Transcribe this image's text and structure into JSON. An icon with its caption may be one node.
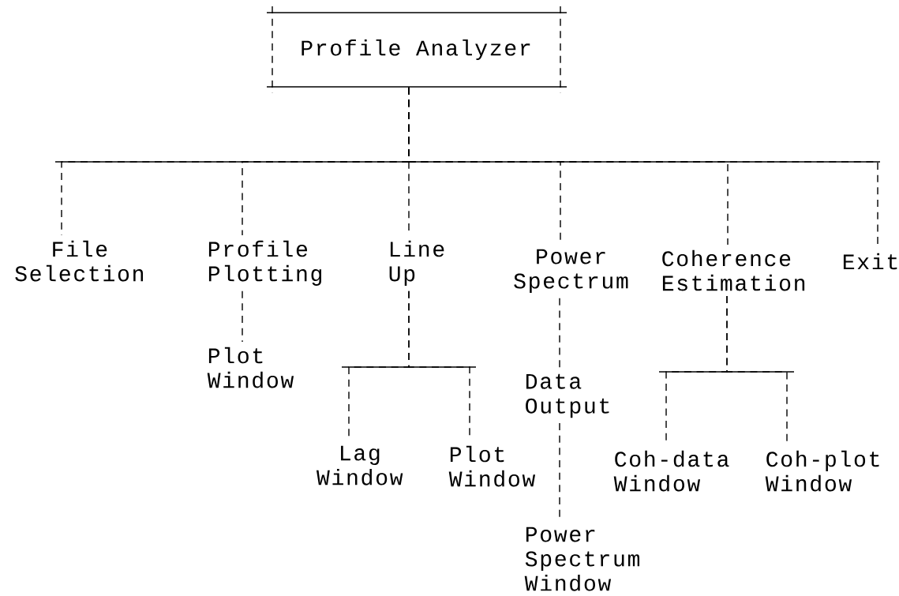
{
  "diagram": {
    "nodes": [
      {
        "text": [
          "Profile Analyzer"
        ]
      },
      {
        "text": [
          "File Selection"
        ]
      },
      {
        "text": [
          "Profile Plotting"
        ]
      },
      {
        "text": [
          "Line Up"
        ]
      },
      {
        "text": [
          "Power Spectrum"
        ]
      },
      {
        "text": [
          "Coherence Estimation"
        ]
      },
      {
        "text": [
          "Exit"
        ]
      },
      {
        "text": [
          "Plot Window"
        ]
      },
      {
        "text": [
          "Lag Window"
        ]
      },
      {
        "text": [
          "Plot Window"
        ]
      },
      {
        "text": [
          "Data Output"
        ]
      },
      {
        "text": [
          "Coh-data Window"
        ]
      },
      {
        "text": [
          "Coh-plot Window"
        ]
      },
      {
        "text": [
          "Power Spectrum Window"
        ]
      }
    ],
    "edges": [
      {
        "from": 0,
        "to": 1,
        "arrow": "none",
        "style": "dashed"
      },
      {
        "from": 0,
        "to": 2,
        "arrow": "none",
        "style": "dashed"
      },
      {
        "from": 0,
        "to": 3,
        "arrow": "none",
        "style": "dashed"
      },
      {
        "from": 0,
        "to": 4,
        "arrow": "none",
        "style": "dashed"
      },
      {
        "from": 0,
        "to": 5,
        "arrow": "none",
        "style": "dashed"
      },
      {
        "from": 0,
        "to": 6,
        "arrow": "none",
        "style": "dashed"
      },
      {
        "from": 2,
        "to": 7,
        "arrow": "none",
        "style": "dashed"
      },
      {
        "from": 3,
        "to": 8,
        "arrow": "none",
        "style": "dashed"
      },
      {
        "from": 3,
        "to": 9,
        "arrow": "none",
        "style": "dashed"
      },
      {
        "from": 4,
        "to": 10,
        "arrow": "none",
        "style": "dashed"
      },
      {
        "from": 10,
        "to": 13,
        "arrow": "none",
        "style": "dashed"
      },
      {
        "from": 5,
        "to": 11,
        "arrow": "none",
        "style": "dashed"
      },
      {
        "from": 5,
        "to": 12,
        "arrow": "none",
        "style": "dashed"
      }
    ]
  }
}
